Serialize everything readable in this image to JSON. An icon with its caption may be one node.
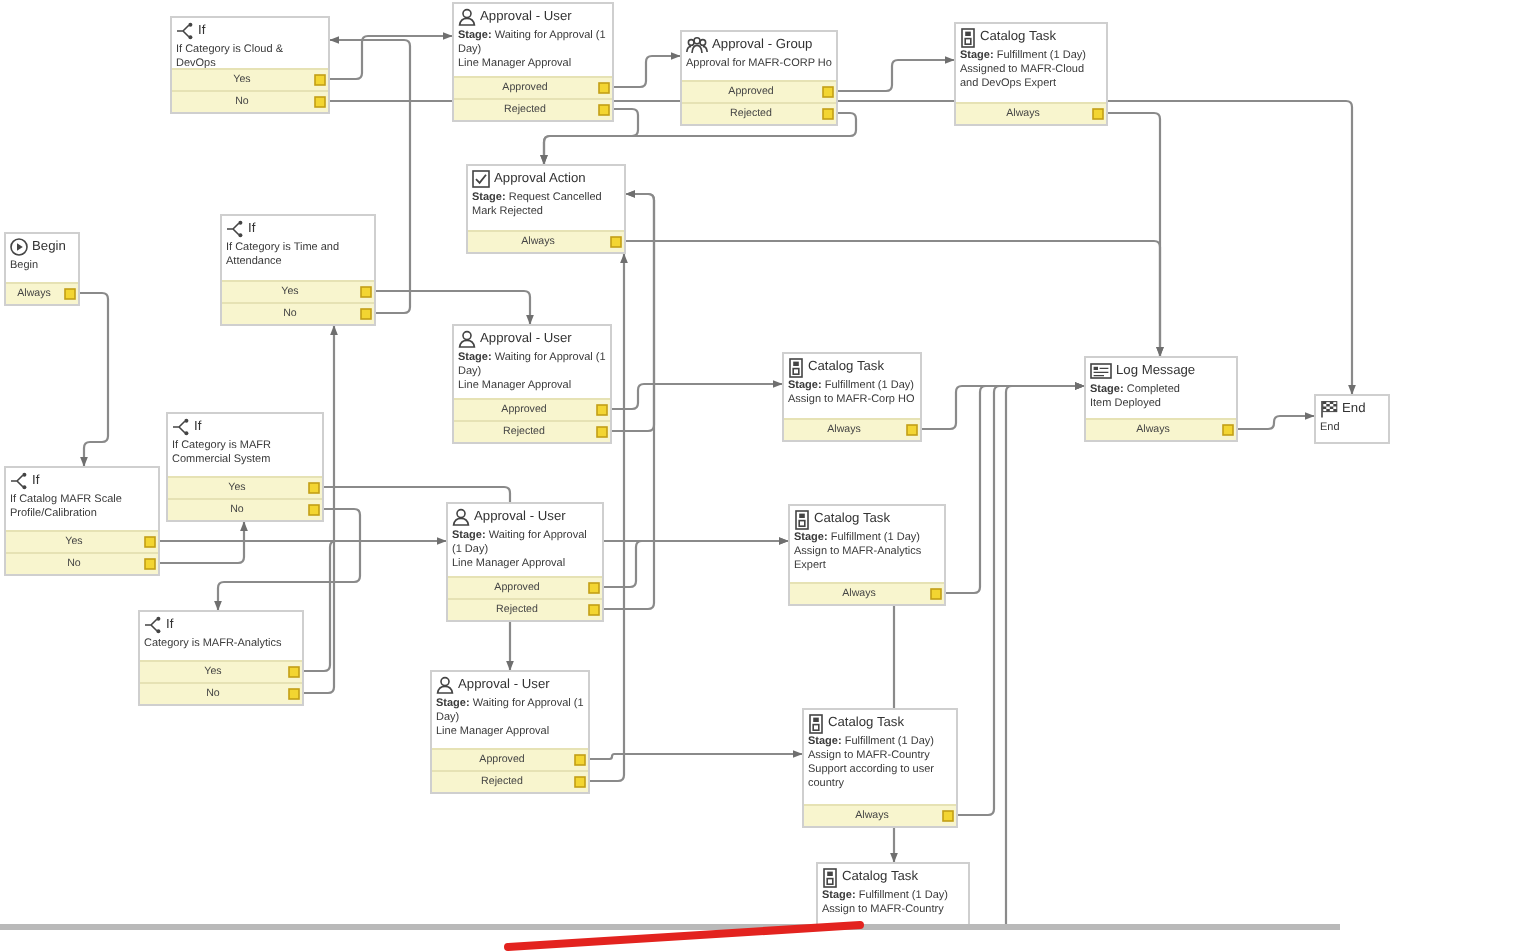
{
  "diagram": {
    "nodes": [
      {
        "text": [
          "If",
          "If Category is Cloud & DevOps"
        ]
      },
      {
        "text": [
          "Yes"
        ],
        "in": 0
      },
      {
        "text": [
          "No"
        ],
        "in": 0
      },
      {
        "text": [
          "Approval - User",
          "**Stage:** Waiting for Approval (1 Day)",
          "Line Manager Approval"
        ]
      },
      {
        "text": [
          "Approved"
        ],
        "in": 3
      },
      {
        "text": [
          "Rejected"
        ],
        "in": 3
      },
      {
        "text": [
          "Approval - Group",
          "Approval for MAFR-CORP Ho"
        ]
      },
      {
        "text": [
          "Approved"
        ],
        "in": 6
      },
      {
        "text": [
          "Rejected"
        ],
        "in": 6
      },
      {
        "text": [
          "Catalog Task",
          "**Stage:** Fulfillment (1 Day)",
          "Assigned to MAFR-Cloud and DevOps Expert"
        ]
      },
      {
        "text": [
          "Always"
        ],
        "in": 9
      },
      {
        "text": [
          "Approval Action",
          "**Stage:** Request Cancelled",
          "Mark Rejected"
        ]
      },
      {
        "text": [
          "Always"
        ],
        "in": 11
      },
      {
        "text": [
          "Begin",
          "Begin"
        ]
      },
      {
        "text": [
          "Always"
        ],
        "in": 13
      },
      {
        "text": [
          "If",
          "If Category is Time and Attendance"
        ]
      },
      {
        "text": [
          "Yes"
        ],
        "in": 15
      },
      {
        "text": [
          "No"
        ],
        "in": 15
      },
      {
        "text": [
          "Approval - User",
          "**Stage:** Waiting for Approval (1 Day)",
          "Line Manager Approval"
        ]
      },
      {
        "text": [
          "Approved"
        ],
        "in": 18
      },
      {
        "text": [
          "Rejected"
        ],
        "in": 18
      },
      {
        "text": [
          "Catalog Task",
          "**Stage:** Fulfillment (1 Day)",
          "Assign to MAFR-Corp HO"
        ]
      },
      {
        "text": [
          "Always"
        ],
        "in": 21
      },
      {
        "text": [
          "Log Message",
          "**Stage:** Completed",
          "Item Deployed"
        ]
      },
      {
        "text": [
          "Always"
        ],
        "in": 23
      },
      {
        "text": [
          "End",
          "End"
        ]
      },
      {
        "text": [
          "If",
          "If Category is MAFR Commercial System"
        ]
      },
      {
        "text": [
          "Yes"
        ],
        "in": 26
      },
      {
        "text": [
          "No"
        ],
        "in": 26
      },
      {
        "text": [
          "If",
          "If Catalog MAFR Scale Profile/Calibration"
        ]
      },
      {
        "text": [
          "Yes"
        ],
        "in": 29
      },
      {
        "text": [
          "No"
        ],
        "in": 29
      },
      {
        "text": [
          "Approval - User",
          "**Stage:** Waiting for Approval (1 Day)",
          "Line Manager Approval"
        ]
      },
      {
        "text": [
          "Approved"
        ],
        "in": 32
      },
      {
        "text": [
          "Rejected"
        ],
        "in": 32
      },
      {
        "text": [
          "Catalog Task",
          "**Stage:** Fulfillment (1 Day)",
          "Assign to MAFR-Analytics Expert"
        ]
      },
      {
        "text": [
          "Always"
        ],
        "in": 35
      },
      {
        "text": [
          "If",
          "Category is MAFR-Analytics"
        ]
      },
      {
        "text": [
          "Yes"
        ],
        "in": 37
      },
      {
        "text": [
          "No"
        ],
        "in": 37
      },
      {
        "text": [
          "Approval - User",
          "**Stage:** Waiting for Approval (1 Day)",
          "Line Manager Approval"
        ]
      },
      {
        "text": [
          "Approved"
        ],
        "in": 40
      },
      {
        "text": [
          "Rejected"
        ],
        "in": 40
      },
      {
        "text": [
          "Catalog Task",
          "**Stage:** Fulfillment (1 Day)",
          "Assign to MAFR-Country Support according to user country"
        ]
      },
      {
        "text": [
          "Always"
        ],
        "in": 43
      },
      {
        "text": [
          "Catalog Task",
          "**Stage:** Fulfillment (1 Day)",
          "Assign to MAFR-Country"
        ]
      }
    ],
    "edges": [
      {
        "from": 14,
        "to": 29,
        "arrow": "to"
      },
      {
        "from": 1,
        "to": 3,
        "arrow": "to"
      },
      {
        "from": 2,
        "to": 25,
        "arrow": "to"
      },
      {
        "from": 4,
        "to": 6,
        "arrow": "to"
      },
      {
        "from": 5,
        "to": 11,
        "arrow": "to"
      },
      {
        "from": 7,
        "to": 9,
        "arrow": "to"
      },
      {
        "from": 8,
        "to": 11,
        "arrow": "to"
      },
      {
        "from": 10,
        "to": 23,
        "arrow": "to"
      },
      {
        "from": 12,
        "to": 23,
        "arrow": "to"
      },
      {
        "from": 16,
        "to": 18,
        "arrow": "to"
      },
      {
        "from": 17,
        "to": 0,
        "arrow": "to"
      },
      {
        "from": 19,
        "to": 21,
        "arrow": "to"
      },
      {
        "from": 20,
        "to": 11,
        "arrow": "to"
      },
      {
        "from": 22,
        "to": 23,
        "arrow": "to"
      },
      {
        "from": 24,
        "to": 25,
        "arrow": "to"
      },
      {
        "from": 27,
        "to": 40,
        "arrow": "to"
      },
      {
        "from": 28,
        "to": 37,
        "arrow": "to"
      },
      {
        "from": 30,
        "to": 35,
        "arrow": "to"
      },
      {
        "from": 31,
        "to": 26,
        "arrow": "to"
      },
      {
        "from": 33,
        "to": 35,
        "arrow": "to"
      },
      {
        "from": 34,
        "to": 11,
        "arrow": "to"
      },
      {
        "from": 38,
        "to": 32,
        "arrow": "to"
      },
      {
        "from": 39,
        "to": 15,
        "arrow": "to"
      },
      {
        "from": 41,
        "to": 43,
        "arrow": "to"
      },
      {
        "from": 42,
        "to": 11,
        "arrow": "to"
      },
      {
        "from": 36,
        "to": 23,
        "arrow": "to"
      },
      {
        "from": 44,
        "to": 23,
        "arrow": "to"
      },
      {
        "from": null,
        "to": 23,
        "arrow": "to"
      },
      {
        "from": 44,
        "to": 45,
        "arrow": "to"
      },
      {
        "from": 36,
        "to": 43,
        "arrow": "none"
      }
    ]
  }
}
